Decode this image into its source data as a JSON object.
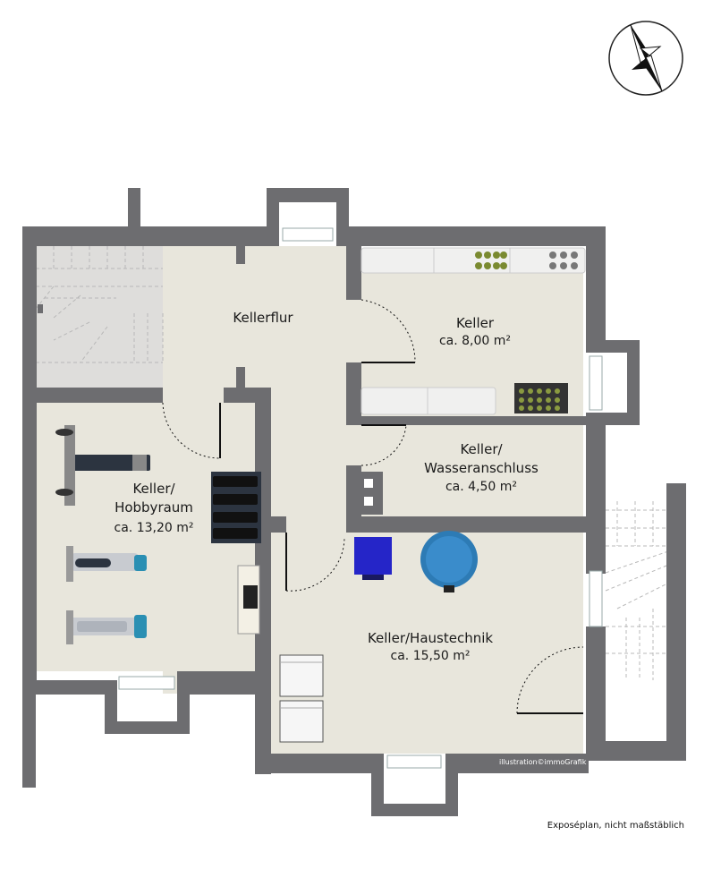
{
  "rooms": [
    {
      "id": "kellerflur",
      "label": "Kellerflur",
      "area": ""
    },
    {
      "id": "keller-1",
      "label": "Keller",
      "area": "ca. 8,00 m²"
    },
    {
      "id": "wasseranschluss",
      "label": "Keller/",
      "label2": "Wasseranschluss",
      "area": "ca. 4,50 m²"
    },
    {
      "id": "hobbyraum",
      "label": "Keller/",
      "label2": "Hobbyraum",
      "area": "ca. 13,20 m²"
    },
    {
      "id": "haustechnik",
      "label": "Keller/Haustechnik",
      "area": "ca. 15,50 m²"
    }
  ],
  "credit": "illustration©immoGrafik",
  "caption": "Exposéplan, nicht maßstäblich",
  "colors": {
    "wall": "#6d6d70",
    "floor": "#e8e6dc",
    "floor_grey": "#dedddb",
    "tank": "#2d7bb5",
    "boiler": "#2525c8",
    "equipment": "#2c3440"
  },
  "icons": [
    "compass-icon",
    "stairs-icon",
    "gym-bench-icon",
    "exercise-bike-icon",
    "rowing-machine-icon",
    "dumbbell-rack-icon",
    "shelf-icon",
    "washer-icon",
    "dryer-icon",
    "window-icon",
    "door-swing-icon"
  ]
}
